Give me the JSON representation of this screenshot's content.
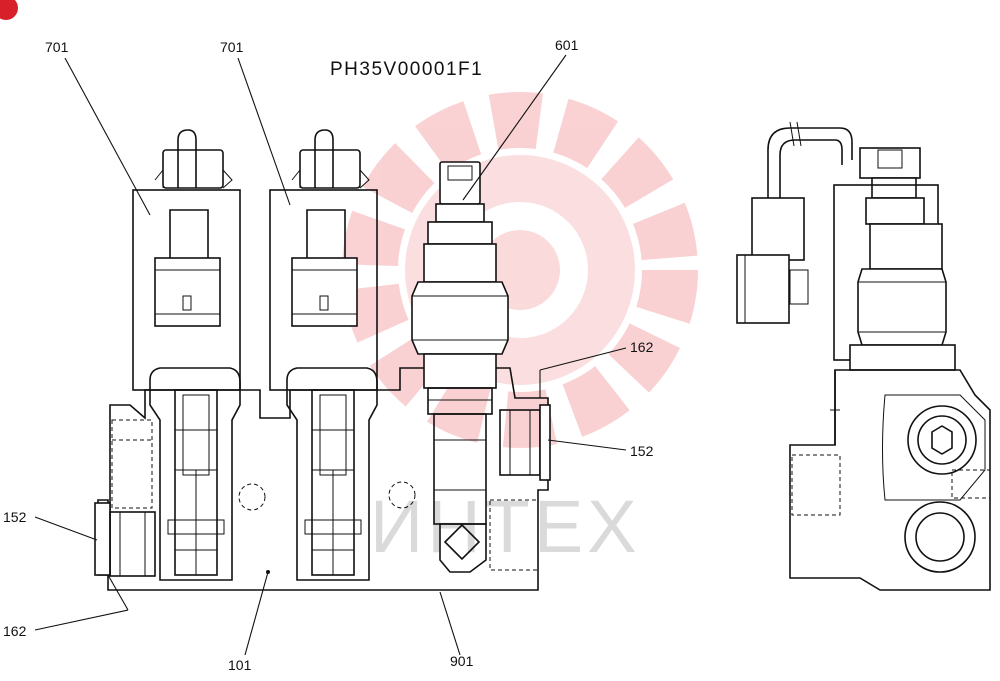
{
  "drawing_code": "PH35V00001F1",
  "watermark_text": "ИНТЕХ",
  "watermark_color": "#e8343a",
  "callouts": {
    "c701a": "701",
    "c701b": "701",
    "c601": "601",
    "c162_right": "162",
    "c152_right": "152",
    "c152_left": "152",
    "c162_left": "162",
    "c101": "101",
    "c901": "901"
  }
}
